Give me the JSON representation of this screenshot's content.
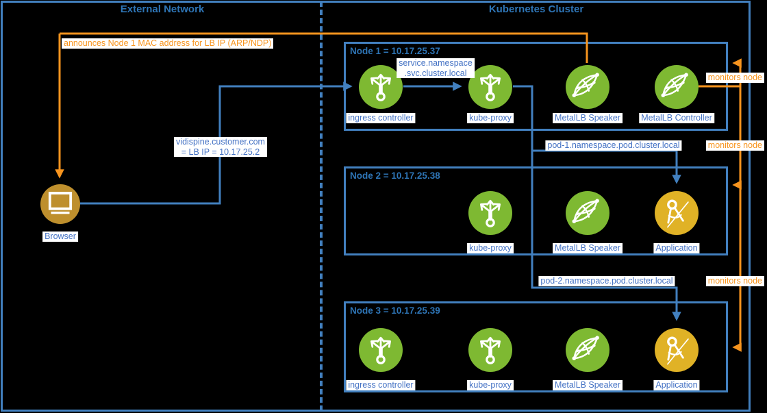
{
  "diagram": {
    "external_network": {
      "title": "External Network"
    },
    "kubernetes_cluster": {
      "title": "Kubernetes Cluster"
    },
    "browser": {
      "label": "Browser"
    },
    "nodes": [
      {
        "title": "Node 1 = 10.17.25.37",
        "components": [
          {
            "label": "ingress controller"
          },
          {
            "label": "kube-proxy"
          },
          {
            "label": "MetalLB Speaker"
          },
          {
            "label": "MetalLB Controller"
          }
        ]
      },
      {
        "title": "Node 2 = 10.17.25.38",
        "components": [
          {
            "label": "kube-proxy"
          },
          {
            "label": "MetalLB Speaker"
          },
          {
            "label": "Application"
          }
        ]
      },
      {
        "title": "Node 3 = 10.17.25.39",
        "components": [
          {
            "label": "ingress controller"
          },
          {
            "label": "kube-proxy"
          },
          {
            "label": "MetalLB Speaker"
          },
          {
            "label": "Application"
          }
        ]
      }
    ],
    "labels": {
      "announce": "announces Node 1 MAC address for LB IP (ARP/NDP)",
      "vidispine_line1": "vidispine.customer.com",
      "vidispine_line2": "= LB IP = 10.17.25.2",
      "service_dns_line1": "service.namespace",
      "service_dns_line2": ".svc.cluster.local",
      "pod1_dns": "pod-1.namespace.pod.cluster.local",
      "pod2_dns": "pod-2.namespace.pod.cluster.local",
      "monitors_node_1": "monitors node",
      "monitors_node_2": "monitors node",
      "monitors_node_3": "monitors node"
    },
    "colors": {
      "background": "#000000",
      "line_blue": "#4280BF",
      "title_blue": "#2E75B6",
      "label_blue": "#4472C4",
      "orange": "#F7941E",
      "green": "#7EB932",
      "application_gold": "#E0B226",
      "browser_gold": "#BE8F2D"
    }
  }
}
